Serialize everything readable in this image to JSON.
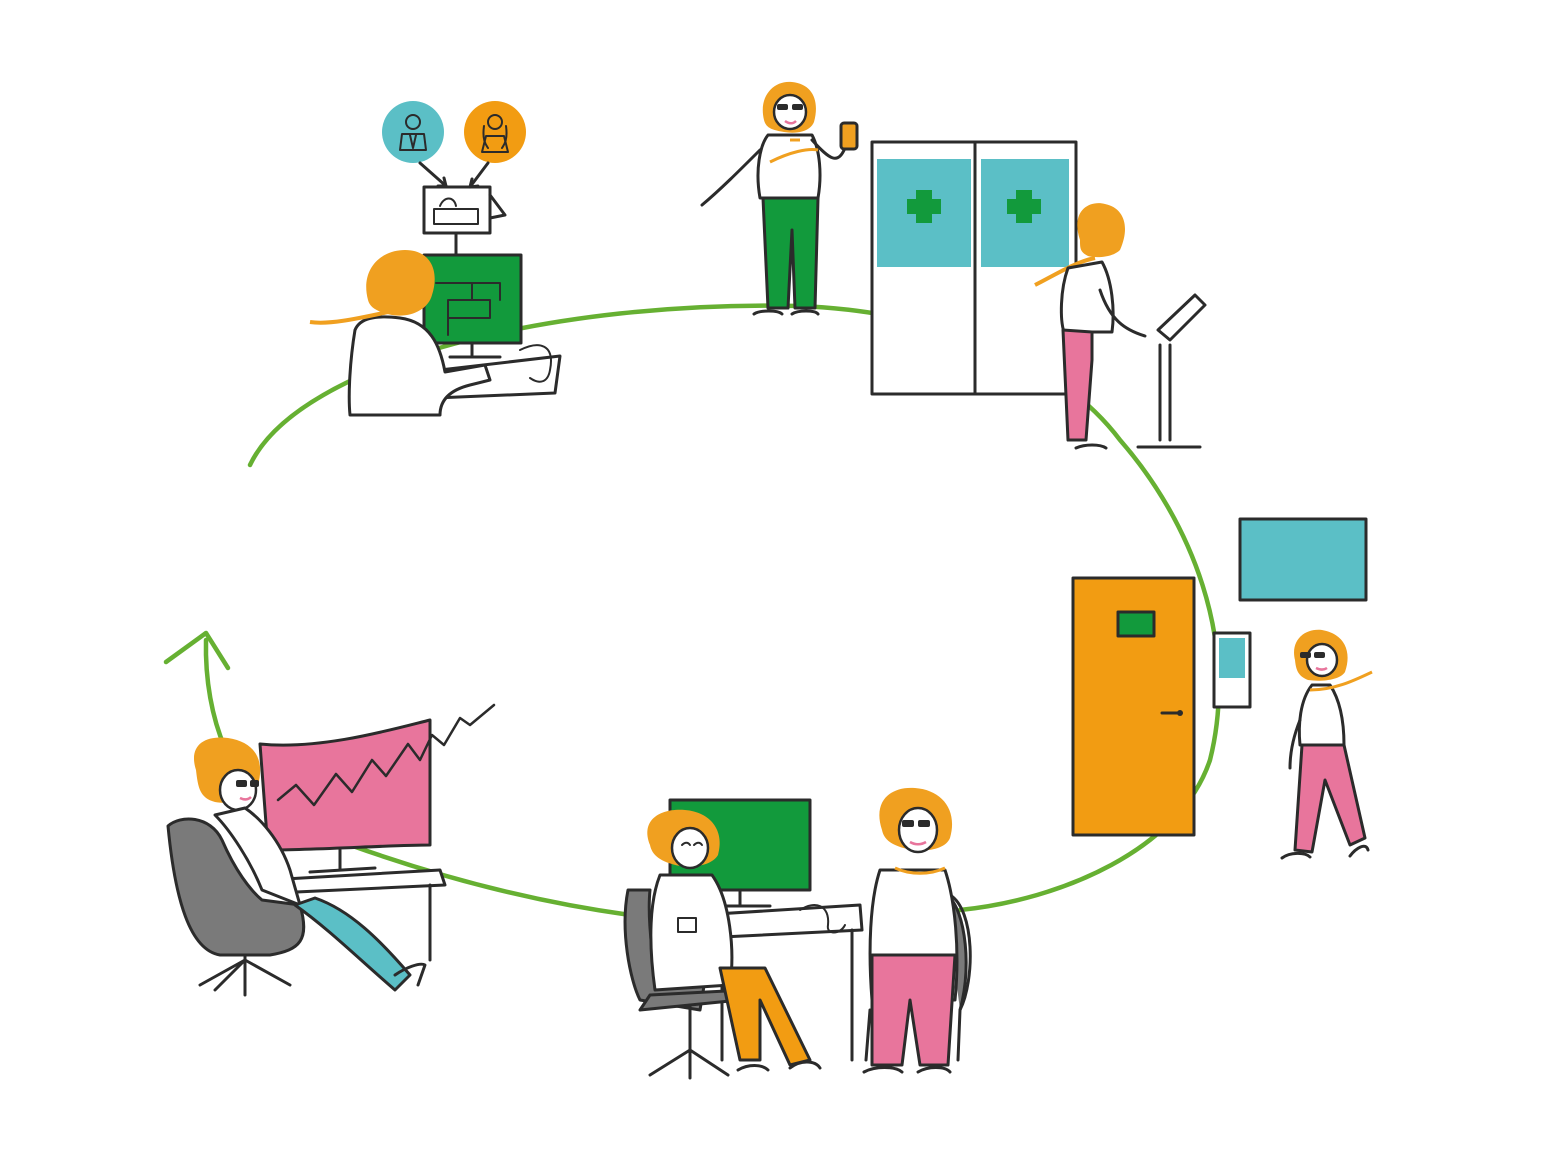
{
  "colors": {
    "path_green": "#66b032",
    "hair_orange": "#f0a020",
    "screen_green": "#129a3c",
    "teal": "#5bbfc6",
    "pink": "#e8759c",
    "door_orange": "#f29c12",
    "chair_gray": "#7a7a7a",
    "ink": "#2b2b2b"
  },
  "icons": [
    "doctor-avatar-icon",
    "patient-avatar-icon",
    "medical-cross-icon",
    "trend-chart-icon"
  ],
  "scenes": [
    "booking-at-computer",
    "arrival-with-phone",
    "check-in-kiosk",
    "waiting-at-exam-room",
    "consultation-at-desk",
    "data-review"
  ]
}
